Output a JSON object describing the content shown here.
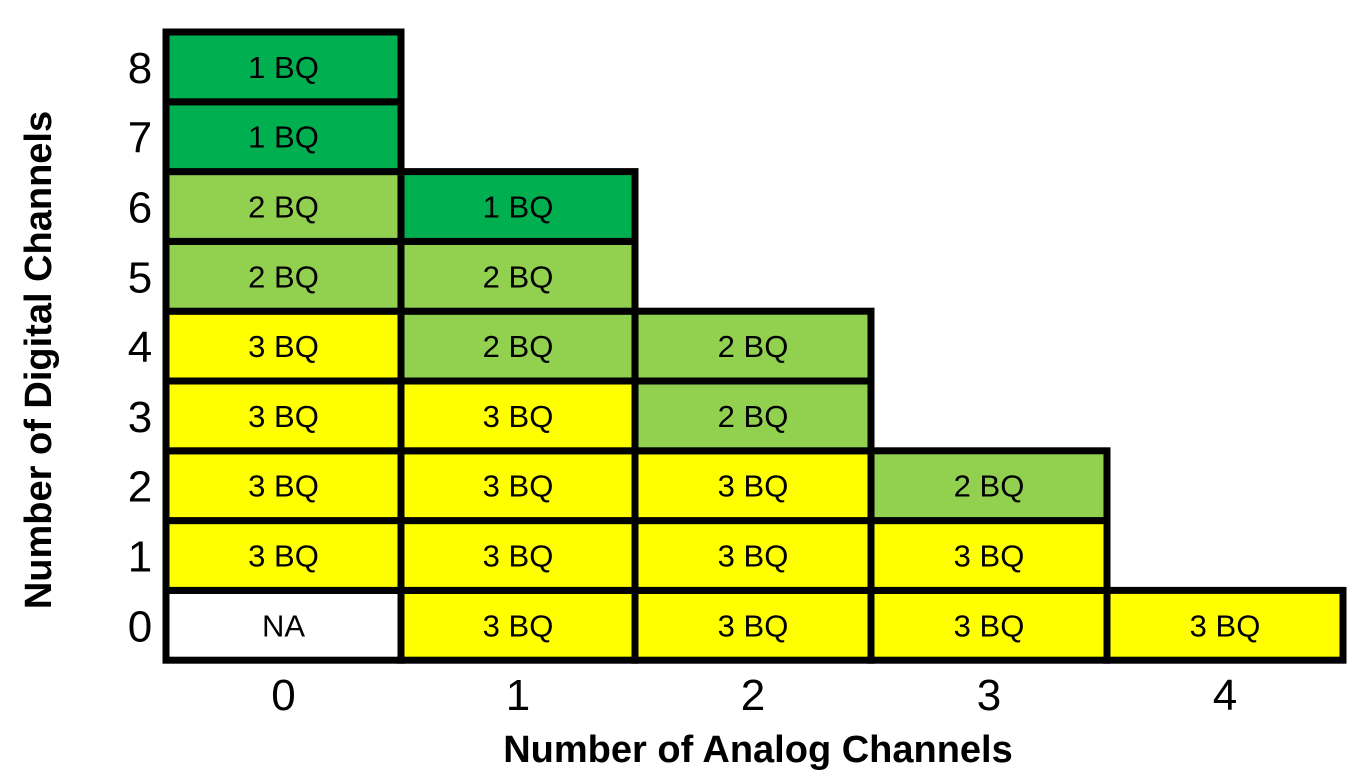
{
  "chart_data": {
    "type": "table",
    "xlabel": "Number of Analog Channels",
    "ylabel": "Number of Digital Channels",
    "x_ticks": [
      "0",
      "1",
      "2",
      "3",
      "4"
    ],
    "y_ticks": [
      "0",
      "1",
      "2",
      "3",
      "4",
      "5",
      "6",
      "7",
      "8"
    ],
    "colors": {
      "1 BQ": "#00b050",
      "2 BQ": "#92d050",
      "3 BQ": "#ffff00",
      "NA": "#ffffff",
      "border": "#000000"
    },
    "cells": [
      {
        "analog": 0,
        "digital": 0,
        "label": "NA"
      },
      {
        "analog": 0,
        "digital": 1,
        "label": "3 BQ"
      },
      {
        "analog": 0,
        "digital": 2,
        "label": "3 BQ"
      },
      {
        "analog": 0,
        "digital": 3,
        "label": "3 BQ"
      },
      {
        "analog": 0,
        "digital": 4,
        "label": "3 BQ"
      },
      {
        "analog": 0,
        "digital": 5,
        "label": "2 BQ"
      },
      {
        "analog": 0,
        "digital": 6,
        "label": "2 BQ"
      },
      {
        "analog": 0,
        "digital": 7,
        "label": "1 BQ"
      },
      {
        "analog": 0,
        "digital": 8,
        "label": "1 BQ"
      },
      {
        "analog": 1,
        "digital": 0,
        "label": "3 BQ"
      },
      {
        "analog": 1,
        "digital": 1,
        "label": "3 BQ"
      },
      {
        "analog": 1,
        "digital": 2,
        "label": "3 BQ"
      },
      {
        "analog": 1,
        "digital": 3,
        "label": "3 BQ"
      },
      {
        "analog": 1,
        "digital": 4,
        "label": "2 BQ"
      },
      {
        "analog": 1,
        "digital": 5,
        "label": "2 BQ"
      },
      {
        "analog": 1,
        "digital": 6,
        "label": "1 BQ"
      },
      {
        "analog": 2,
        "digital": 0,
        "label": "3 BQ"
      },
      {
        "analog": 2,
        "digital": 1,
        "label": "3 BQ"
      },
      {
        "analog": 2,
        "digital": 2,
        "label": "3 BQ"
      },
      {
        "analog": 2,
        "digital": 3,
        "label": "2 BQ"
      },
      {
        "analog": 2,
        "digital": 4,
        "label": "2 BQ"
      },
      {
        "analog": 3,
        "digital": 0,
        "label": "3 BQ"
      },
      {
        "analog": 3,
        "digital": 1,
        "label": "3 BQ"
      },
      {
        "analog": 3,
        "digital": 2,
        "label": "2 BQ"
      },
      {
        "analog": 4,
        "digital": 0,
        "label": "3 BQ"
      }
    ]
  }
}
